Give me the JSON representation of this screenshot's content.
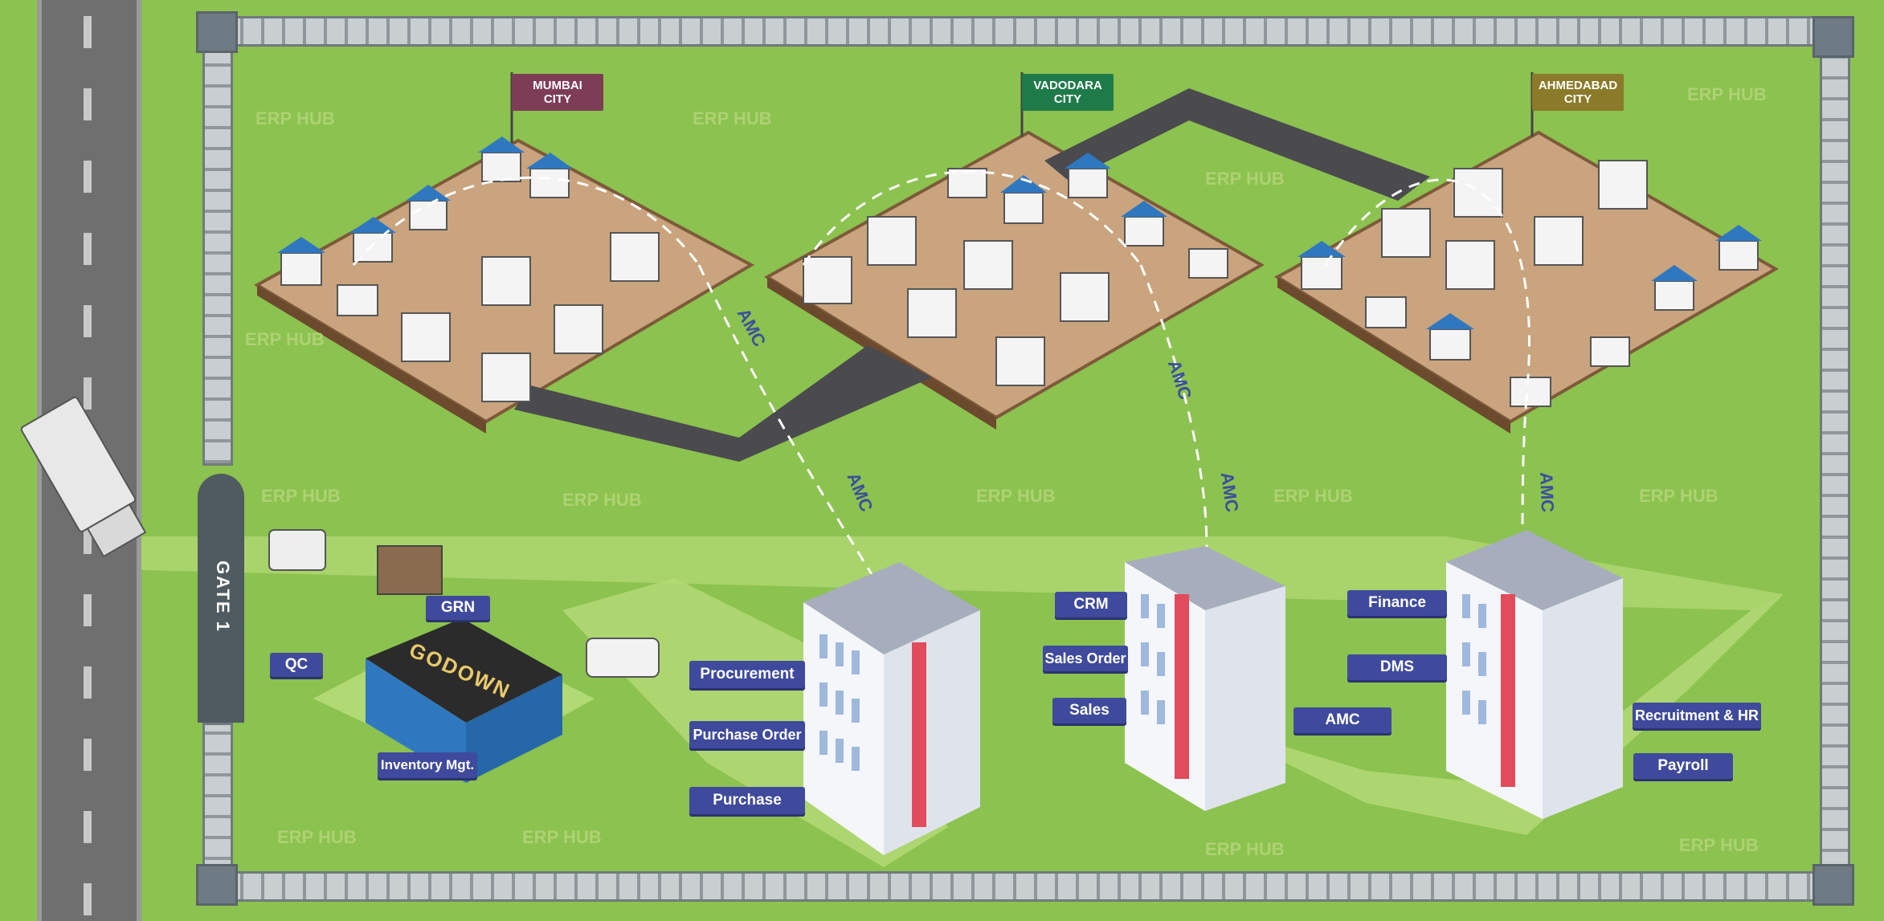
{
  "gate_label": "GATE 1",
  "cities": [
    {
      "name": "MUMBAI\nCITY",
      "color": "#7e3d57"
    },
    {
      "name": "VADODARA\nCITY",
      "color": "#1f7a4a"
    },
    {
      "name": "AHMEDABAD\nCITY",
      "color": "#8a7a2a"
    }
  ],
  "amc_label": "AMC",
  "left_labels": {
    "grn": "GRN",
    "qc": "QC",
    "inventory": "Inventory Mgt.",
    "godown_sign": "GODOWN"
  },
  "procurement_labels": [
    "Procurement",
    "Purchase Order",
    "Purchase"
  ],
  "sales_labels": [
    "CRM",
    "Sales Order",
    "Sales"
  ],
  "amc_box": "AMC",
  "finance_labels": [
    "Finance",
    "DMS"
  ],
  "hr_labels": [
    "Recruitment & HR",
    "Payroll"
  ],
  "watermark": "ERP HUB",
  "colors": {
    "grass": "#8cc24f",
    "road": "#4a4a4f",
    "label": "#3f4a9c"
  }
}
